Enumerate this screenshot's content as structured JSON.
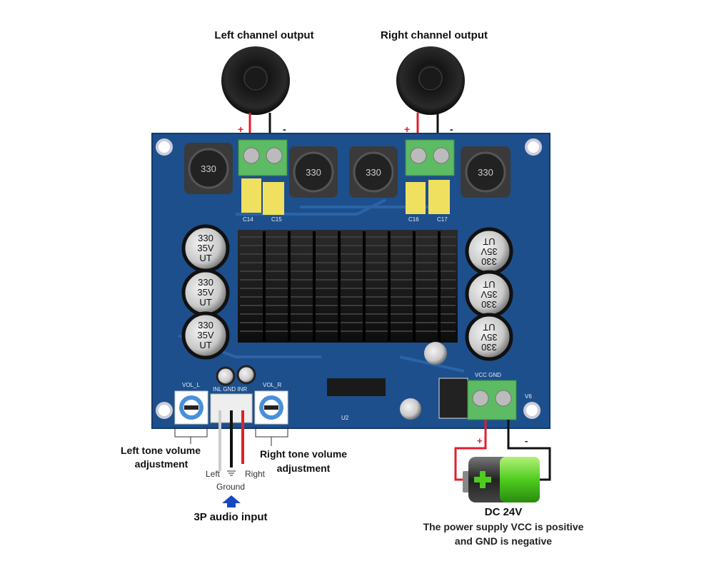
{
  "labels": {
    "left_output": "Left channel output",
    "right_output": "Right channel output",
    "left_tone_line1": "Left tone volume",
    "left_tone_line2": "adjustment",
    "right_tone_line1": "Right tone volume",
    "right_tone_line2": "adjustment",
    "wire_left": "Left",
    "wire_right": "Right",
    "ground": "Ground",
    "audio_input": "3P audio input",
    "power": "DC 24V",
    "power_note_line1": "The power supply VCC is positive",
    "power_note_line2": "and GND is negative",
    "plus": "+",
    "minus": "-"
  },
  "board": {
    "vol_l": "VOL_L",
    "vol_r": "VOL_R",
    "input_header": "INL GND INR",
    "power_header": "VCC GND",
    "ic": "U2",
    "version": "V6",
    "inductor_marking": "330",
    "cap_marking_1": "330",
    "cap_marking_2": "35V",
    "cap_marking_3": "UT",
    "c14": "C14",
    "c15": "C15",
    "c16": "C16",
    "c17": "C17"
  },
  "colors": {
    "pcb": "#1d4f8c",
    "terminal": "#5dbb63",
    "positive_wire": "#e0202a",
    "negative_wire": "#111111",
    "arrow": "#1547c0",
    "battery_fill": "#4fcc1e"
  }
}
